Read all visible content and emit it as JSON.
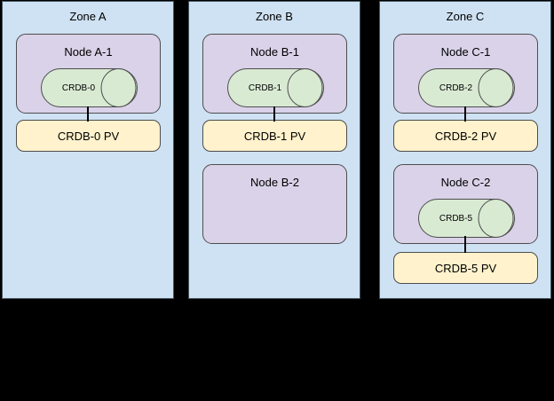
{
  "colors": {
    "background": "#000000",
    "zone_fill": "#cfe2f3",
    "zone_border": "#44535e",
    "node_fill": "#d9d2e9",
    "node_border": "#4d4d4d",
    "database_fill": "#d9ead3",
    "pv_fill": "#fff2cc",
    "connector": "#000000",
    "text": "#000000"
  },
  "zones": [
    {
      "label": "Zone A",
      "nodes": [
        {
          "label": "Node A-1",
          "db_icon": "database-cylinder-icon",
          "db_label": "CRDB-0",
          "pv_label": "CRDB-0 PV"
        }
      ]
    },
    {
      "label": "Zone B",
      "nodes": [
        {
          "label": "Node B-1",
          "db_icon": "database-cylinder-icon",
          "db_label": "CRDB-1",
          "pv_label": "CRDB-1 PV"
        },
        {
          "label": "Node B-2"
        }
      ]
    },
    {
      "label": "Zone C",
      "nodes": [
        {
          "label": "Node C-1",
          "db_icon": "database-cylinder-icon",
          "db_label": "CRDB-2",
          "pv_label": "CRDB-2 PV"
        },
        {
          "label": "Node C-2",
          "db_icon": "database-cylinder-icon",
          "db_label": "CRDB-5",
          "pv_label": "CRDB-5 PV"
        }
      ]
    }
  ]
}
